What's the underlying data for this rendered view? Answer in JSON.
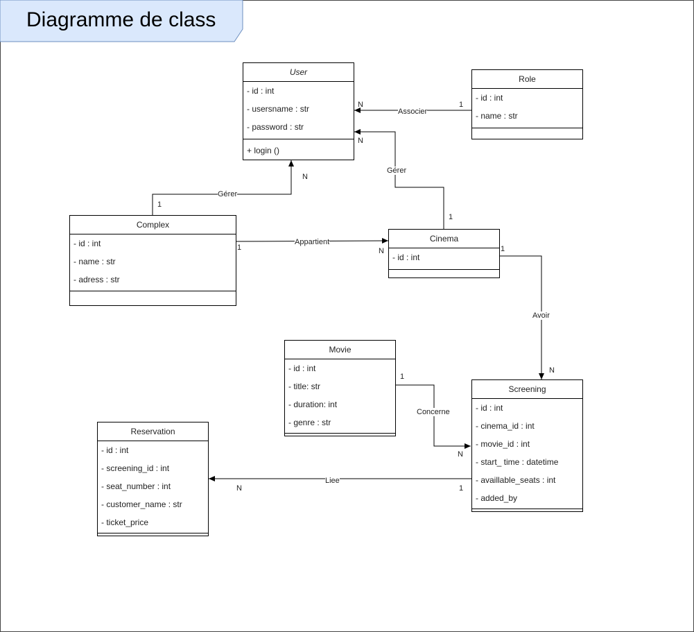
{
  "title": "Diagramme de class",
  "colors": {
    "title_fill": "#dae8fc",
    "title_stroke": "#6c8ebf",
    "line": "#000000"
  },
  "classes": {
    "user": {
      "name": "User",
      "attributes": [
        "- id : int",
        "- usersname : str",
        "- password : str"
      ],
      "methods": [
        "+ login ()"
      ]
    },
    "role": {
      "name": "Role",
      "attributes": [
        "- id : int",
        "- name : str"
      ]
    },
    "complex": {
      "name": "Complex",
      "attributes": [
        "- id : int",
        "- name : str",
        "- adress : str"
      ]
    },
    "cinema": {
      "name": "Cinema",
      "attributes": [
        "- id : int"
      ]
    },
    "movie": {
      "name": "Movie",
      "attributes": [
        "- id : int",
        "- title: str",
        "- duration: int",
        "- genre : str"
      ]
    },
    "screening": {
      "name": "Screening",
      "attributes": [
        "- id : int",
        "- cinema_id : int",
        "- movie_id : int",
        "- start_ time : datetime",
        "- availlable_seats : int",
        "- added_by"
      ]
    },
    "reservation": {
      "name": "Reservation",
      "attributes": [
        "- id : int",
        "- screening_id : int",
        "- seat_number : int",
        "- customer_name : str",
        "- ticket_price"
      ]
    }
  },
  "relations": {
    "associer": {
      "label": "Associer",
      "m_from": "1",
      "m_to": "N"
    },
    "gerer_cinema": {
      "label": "Gérer",
      "m_from": "1",
      "m_to": "N"
    },
    "gerer_complex": {
      "label": "Gérer",
      "m_from": "1",
      "m_to": "N"
    },
    "appartient": {
      "label": "Appartient",
      "m_from": "1",
      "m_to": "N"
    },
    "avoir": {
      "label": "Avoir",
      "m_from": "1",
      "m_to": "N"
    },
    "concerne": {
      "label": "Concerne",
      "m_from": "1",
      "m_to": "N"
    },
    "liee": {
      "label": "Liee",
      "m_from": "1",
      "m_to": "N"
    }
  }
}
